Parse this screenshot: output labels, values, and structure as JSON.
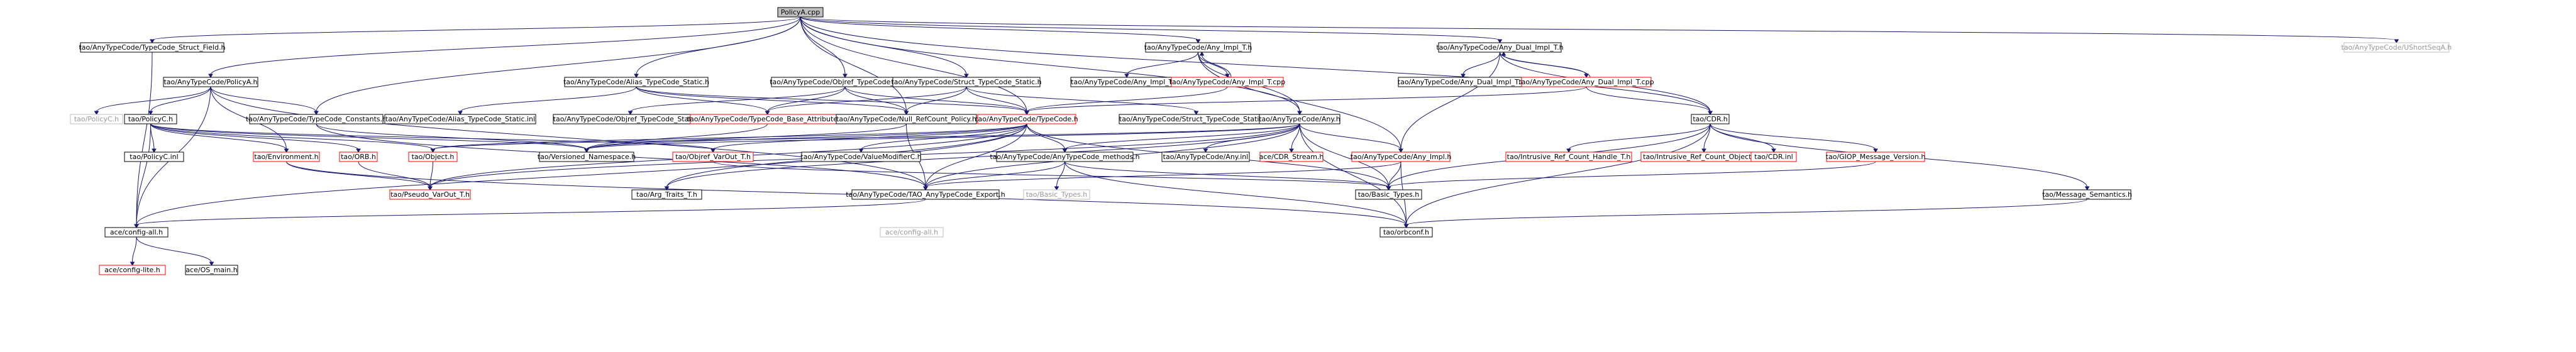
{
  "colors": {
    "edge": "#191970",
    "text_normal": "#000000",
    "text_missing": "#9a9a9a",
    "text_redborder": "#000000",
    "border_normal": "#000000",
    "border_missing": "#bfbfbf",
    "border_red": "#ff0000",
    "root_fill": "#bfbfbf"
  },
  "nodes": [
    {
      "id": "root",
      "label": "PolicyA.cpp",
      "kind": "root"
    },
    {
      "id": "structfield",
      "label": "tao/AnyTypeCode/TypeCode_Struct_Field.h",
      "kind": "normal"
    },
    {
      "id": "policyah",
      "label": "tao/AnyTypeCode/PolicyA.h",
      "kind": "normal"
    },
    {
      "id": "alias",
      "label": "tao/AnyTypeCode/Alias_TypeCode_Static.h",
      "kind": "normal"
    },
    {
      "id": "objref",
      "label": "tao/AnyTypeCode/Objref_TypeCode_Static.h",
      "kind": "normal"
    },
    {
      "id": "structtc",
      "label": "tao/AnyTypeCode/Struct_TypeCode_Static.h",
      "kind": "normal"
    },
    {
      "id": "anyimplt",
      "label": "tao/AnyTypeCode/Any_Impl_T.h",
      "kind": "normal"
    },
    {
      "id": "anydual",
      "label": "tao/AnyTypeCode/Any_Dual_Impl_T.h",
      "kind": "normal"
    },
    {
      "id": "ushortseq",
      "label": "tao/AnyTypeCode/UShortSeqA.h",
      "kind": "missing"
    },
    {
      "id": "policyc",
      "label": "tao/PolicyC.h",
      "kind": "missing"
    },
    {
      "id": "policych",
      "label": "tao/PolicyC.h",
      "kind": "normal"
    },
    {
      "id": "tcconst",
      "label": "tao/AnyTypeCode/TypeCode_Constants.h",
      "kind": "normal"
    },
    {
      "id": "aliasinl",
      "label": "tao/AnyTypeCode/Alias_TypeCode_Static.inl",
      "kind": "normal"
    },
    {
      "id": "objrefinl",
      "label": "tao/AnyTypeCode/Objref_TypeCode_Static.inl",
      "kind": "normal"
    },
    {
      "id": "basetc",
      "label": "tao/AnyTypeCode/TypeCode_Base_Attributes.h",
      "kind": "red"
    },
    {
      "id": "nullref",
      "label": "tao/AnyTypeCode/Null_RefCount_Policy.h",
      "kind": "normal"
    },
    {
      "id": "typecodeh",
      "label": "tao/AnyTypeCode/TypeCode.h",
      "kind": "red"
    },
    {
      "id": "anyimplinl",
      "label": "tao/AnyTypeCode/Any_Impl_T.inl",
      "kind": "normal"
    },
    {
      "id": "anyimplcpp",
      "label": "tao/AnyTypeCode/Any_Impl_T.cpp",
      "kind": "red"
    },
    {
      "id": "structinl",
      "label": "tao/AnyTypeCode/Struct_TypeCode_Static.inl",
      "kind": "normal"
    },
    {
      "id": "anyh",
      "label": "tao/AnyTypeCode/Any.h",
      "kind": "normal"
    },
    {
      "id": "dualinl",
      "label": "tao/AnyTypeCode/Any_Dual_Impl_T.inl",
      "kind": "normal"
    },
    {
      "id": "dualcpp",
      "label": "tao/AnyTypeCode/Any_Dual_Impl_T.cpp",
      "kind": "red"
    },
    {
      "id": "cdrh",
      "label": "tao/CDR.h",
      "kind": "normal"
    },
    {
      "id": "policycinl",
      "label": "tao/PolicyC.inl",
      "kind": "normal"
    },
    {
      "id": "environment",
      "label": "tao/Environment.h",
      "kind": "red"
    },
    {
      "id": "orbh",
      "label": "tao/ORB.h",
      "kind": "red"
    },
    {
      "id": "objecth",
      "label": "tao/Object.h",
      "kind": "red"
    },
    {
      "id": "versioned",
      "label": "tao/Versioned_Namespace.h",
      "kind": "normal"
    },
    {
      "id": "objrefvarout",
      "label": "tao/Objref_VarOut_T.h",
      "kind": "red"
    },
    {
      "id": "valuemod",
      "label": "tao/AnyTypeCode/ValueModifierC.h",
      "kind": "normal"
    },
    {
      "id": "tcmethods",
      "label": "tao/AnyTypeCode/AnyTypeCode_methods.h",
      "kind": "normal"
    },
    {
      "id": "anyinl",
      "label": "tao/AnyTypeCode/Any.inl",
      "kind": "normal"
    },
    {
      "id": "acecdr",
      "label": "ace/CDR_Stream.h",
      "kind": "red"
    },
    {
      "id": "anyimplh",
      "label": "tao/AnyTypeCode/Any_Impl.h",
      "kind": "red"
    },
    {
      "id": "intrhandle",
      "label": "tao/Intrusive_Ref_Count_Handle_T.h",
      "kind": "red"
    },
    {
      "id": "introbj",
      "label": "tao/Intrusive_Ref_Count_Object_T.h",
      "kind": "red"
    },
    {
      "id": "cdrinl",
      "label": "tao/CDR.inl",
      "kind": "red"
    },
    {
      "id": "giop",
      "label": "tao/GIOP_Message_Version.h",
      "kind": "red"
    },
    {
      "id": "msgsem",
      "label": "tao/Message_Semantics.h",
      "kind": "normal"
    },
    {
      "id": "pseudo",
      "label": "tao/Pseudo_VarOut_T.h",
      "kind": "red"
    },
    {
      "id": "argtraits",
      "label": "tao/Arg_Traits_T.h",
      "kind": "normal"
    },
    {
      "id": "tcexport",
      "label": "tao/AnyTypeCode/TAO_AnyTypeCode_Export.h",
      "kind": "normal"
    },
    {
      "id": "basictypesmiss",
      "label": "tao/Basic_Types.h",
      "kind": "missing"
    },
    {
      "id": "basictypes",
      "label": "tao/Basic_Types.h",
      "kind": "normal"
    },
    {
      "id": "aceconfigall",
      "label": "ace/config-all.h",
      "kind": "normal"
    },
    {
      "id": "aceconfigmiss",
      "label": "ace/config-all.h",
      "kind": "missing"
    },
    {
      "id": "orbconf",
      "label": "tao/orbconf.h",
      "kind": "normal"
    },
    {
      "id": "configlite",
      "label": "ace/config-lite.h",
      "kind": "red"
    },
    {
      "id": "osmain",
      "label": "ace/OS_main.h",
      "kind": "normal"
    }
  ]
}
